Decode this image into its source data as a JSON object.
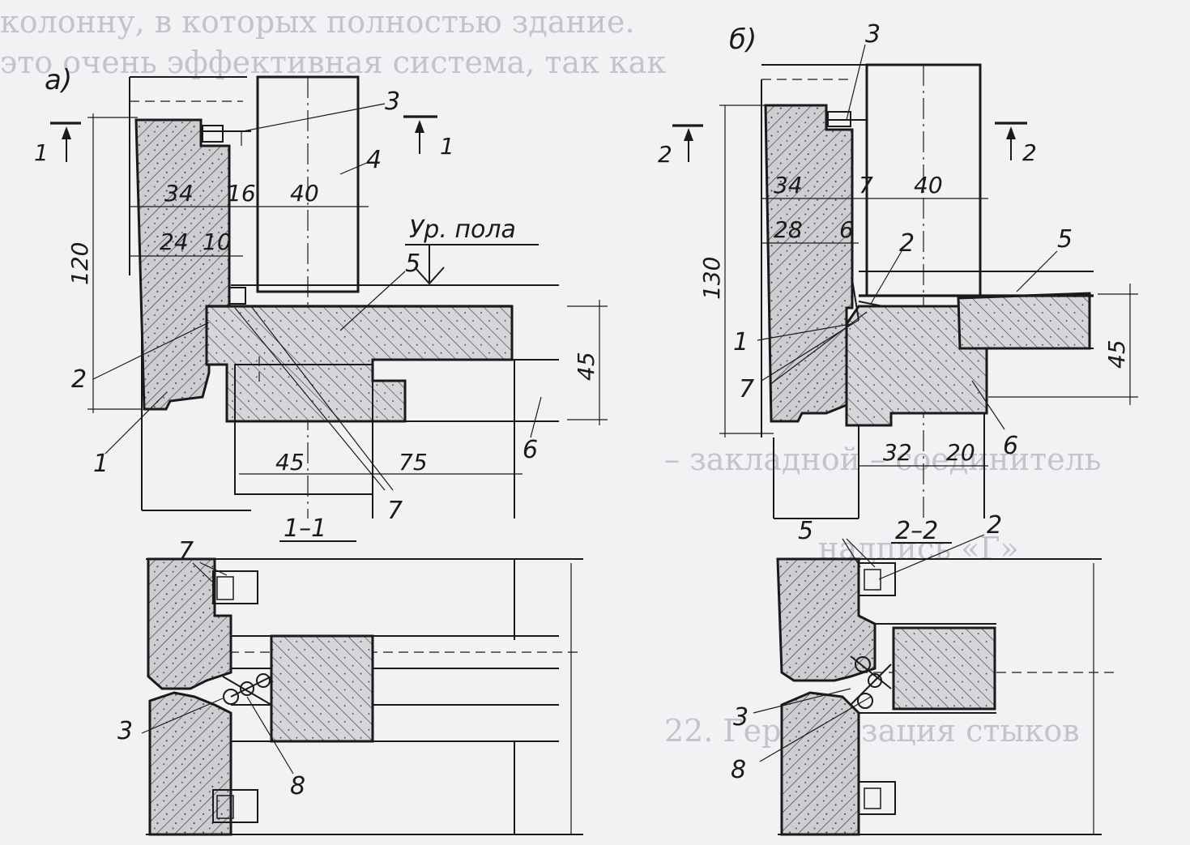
{
  "diagram": {
    "panels": {
      "a": "а)",
      "b": "б)"
    },
    "section_marks": {
      "s1": "1",
      "s2": "2"
    },
    "floor_level": "Ур. пола",
    "sections": {
      "s11": "1–1",
      "s22": "2–2"
    },
    "dims_a": {
      "d34": "34",
      "d16": "16",
      "d40": "40",
      "d24": "24",
      "d10": "10",
      "d120": "120",
      "d45v": "45",
      "d45h": "45",
      "d75": "75"
    },
    "dims_b": {
      "d34": "34",
      "d7": "7",
      "d40": "40",
      "d28": "28",
      "d6": "6",
      "d130": "130",
      "d45v": "45",
      "d32": "32",
      "d20": "20"
    },
    "callouts_a": {
      "c1": "1",
      "c2": "2",
      "c3": "3",
      "c4": "4",
      "c5": "5",
      "c6": "6",
      "c7": "7"
    },
    "callouts_b": {
      "c1": "1",
      "c2": "2",
      "c3": "3",
      "c5": "5",
      "c6": "6",
      "c7": "7"
    },
    "callouts_s11": {
      "c3": "3",
      "c7": "7",
      "c8": "8"
    },
    "callouts_s22": {
      "c2": "2",
      "c3": "3",
      "c5": "5",
      "c8": "8"
    },
    "bleed_text": {
      "l1": "колонну, в которых полностью здание.",
      "l2": "это очень эффективная система, так как",
      "l3": "надпись «Г»",
      "l4": "22. Герметизация стыков",
      "l5": "– закладной – соединитель"
    }
  }
}
